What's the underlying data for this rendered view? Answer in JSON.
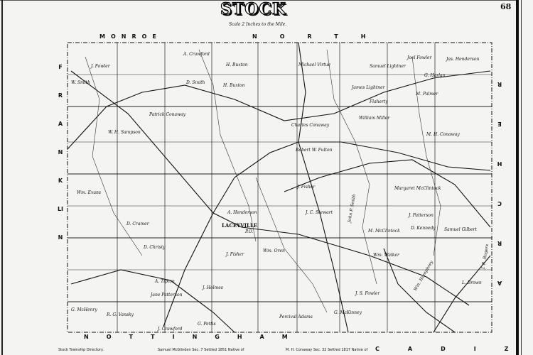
{
  "header": {
    "title": "STOCK",
    "page_number": "68",
    "scale": "Scale 2 Inches to the Mile."
  },
  "borders": {
    "top_left": "MONROE",
    "top_right": "NORTH",
    "left": "FRANKLIN",
    "right": "ARCHER",
    "bottom_left": "NOTTINGHAM",
    "bottom_right": "CADIZ"
  },
  "town": {
    "name": "LACEYVILLE",
    "po": "P.O."
  },
  "owners": [
    "A. Crawford",
    "H. Buxton",
    "D. Smith",
    "J. Fowler",
    "W. Smith",
    "Patrick Conaway",
    "Michael Virtue",
    "Samuel Lightner",
    "James Lightner",
    "Joel Fowler",
    "Jas. Henderson",
    "G. Harlan",
    "M. Palmer",
    "Flaherty",
    "William Miller",
    "Charles Conaway",
    "M. H. Conaway",
    "Robert W. Fulton",
    "Wm. Evans",
    "A. Henderson",
    "J. C. Stewart",
    "J. Fisher",
    "John P. Smith",
    "Margaret McClintock",
    "J. Patterson",
    "D. Kennedy",
    "Samuel Gilbert",
    "Wm. Walker",
    "D. Christy",
    "J. Fisher",
    "A. Tipton",
    "Jane Patterson",
    "G. McHenry",
    "R. G. Vansky",
    "J. Crawford",
    "G. Pettis",
    "Percival Adams",
    "G. McKinney",
    "L. Brown",
    "J. R. Rogers",
    "W. H. Sampson",
    "H. Buxton",
    "D. Cramer",
    "J. Holmes",
    "Wm. Oren",
    "M. McClintock",
    "J. S. Fowler",
    "Wm. Humphrey"
  ],
  "directory": [
    "Stock Township Directory.",
    "Samuel McGlinden Sec. 7 Settled 1851 Native of",
    "M. H. Conaway Sec. 32 Settled 1817 Native of"
  ],
  "colors": {
    "ink": "#111111",
    "paper": "#f4f4f2"
  }
}
